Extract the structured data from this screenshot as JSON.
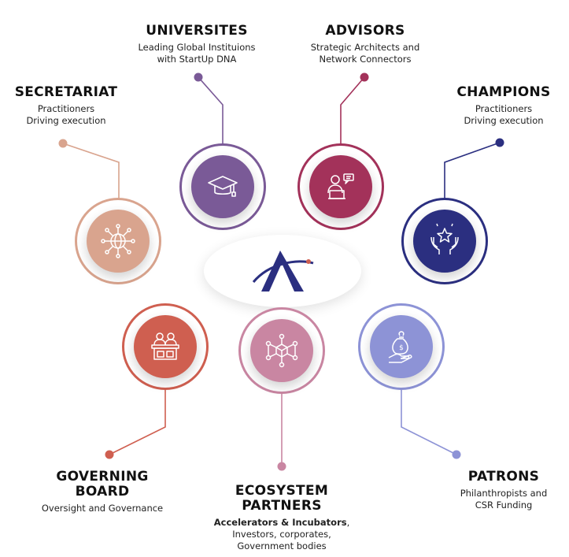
{
  "colors": {
    "universites": "#7a5a97",
    "advisors": "#a3325a",
    "secretariat": "#d9a48e",
    "champions": "#2b2f80",
    "governing": "#cf5f50",
    "ecosystem": "#c986a2",
    "patrons": "#8d93d6",
    "logo": "#2b2f80"
  },
  "nodes": {
    "universites": {
      "title": "UNIVERSITES",
      "sub1": "Leading Global Instituions",
      "sub2": "with StartUp DNA",
      "icon": "graduation-cap-icon"
    },
    "advisors": {
      "title": "ADVISORS",
      "sub1": "Strategic Architects and",
      "sub2": "Network Connectors",
      "icon": "advisor-presenter-icon"
    },
    "secretariat": {
      "title": "SECRETARIAT",
      "sub1": "Practitioners",
      "sub2": "Driving execution",
      "icon": "network-globe-icon"
    },
    "champions": {
      "title": "CHAMPIONS",
      "sub1": "Practitioners",
      "sub2": "Driving execution",
      "icon": "hands-star-icon"
    },
    "governing": {
      "title1": "GOVERNING",
      "title2": "BOARD",
      "sub1": "Oversight and Governance",
      "icon": "board-table-icon"
    },
    "ecosystem": {
      "title1": "ECOSYSTEM",
      "title2": "PARTNERS",
      "sub_bold": "Accelerators & Incubators",
      "sub_rest": ",",
      "sub2": "Investors, corporates,",
      "sub3": "Government bodies",
      "icon": "network-hub-icon"
    },
    "patrons": {
      "title": "PATRONS",
      "sub1": "Philanthropists and",
      "sub2": "CSR Funding",
      "icon": "money-bag-hand-icon"
    }
  }
}
